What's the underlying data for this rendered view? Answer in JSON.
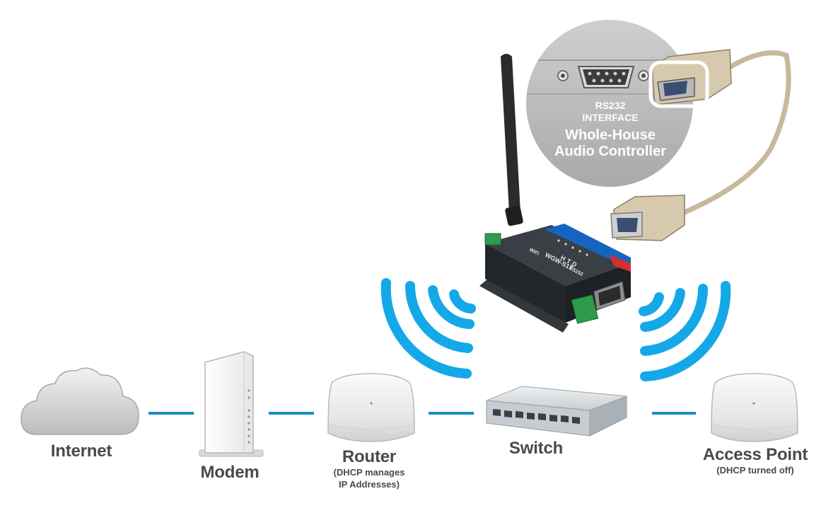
{
  "nodes": {
    "internet": {
      "label": "Internet",
      "icon": "cloud-icon"
    },
    "modem": {
      "label": "Modem",
      "icon": "modem-icon"
    },
    "router": {
      "label": "Router",
      "sublabel_line1": "(DHCP manages",
      "sublabel_line2": "IP Addresses)",
      "icon": "router-icon"
    },
    "switch": {
      "label": "Switch",
      "icon": "network-switch-icon"
    },
    "access_point": {
      "label": "Access Point",
      "sublabel": "(DHCP turned off)",
      "icon": "access-point-icon"
    },
    "wifi_serial_adapter": {
      "icon": "wifi-rs232-adapter-icon",
      "device_markings": {
        "brand": "HTD",
        "model": "WGW-S1T",
        "wifi_label": "WiFi",
        "rs232_label": "RS232"
      }
    }
  },
  "inset": {
    "line1": "RS232",
    "line2": "INTERFACE",
    "title_line1": "Whole-House",
    "title_line2": "Audio Controller",
    "icon": "db9-serial-port-icon"
  },
  "colors": {
    "link_line": "#1a8fc4",
    "wifi_waves": "#14a8e8",
    "label_text": "#4a4a4a",
    "device_body": "#2a2e33",
    "accent_blue": "#1565c0",
    "accent_red": "#d32f2f",
    "serial_cable": "#c8b89c",
    "inset_background": "#bdbdbf"
  }
}
